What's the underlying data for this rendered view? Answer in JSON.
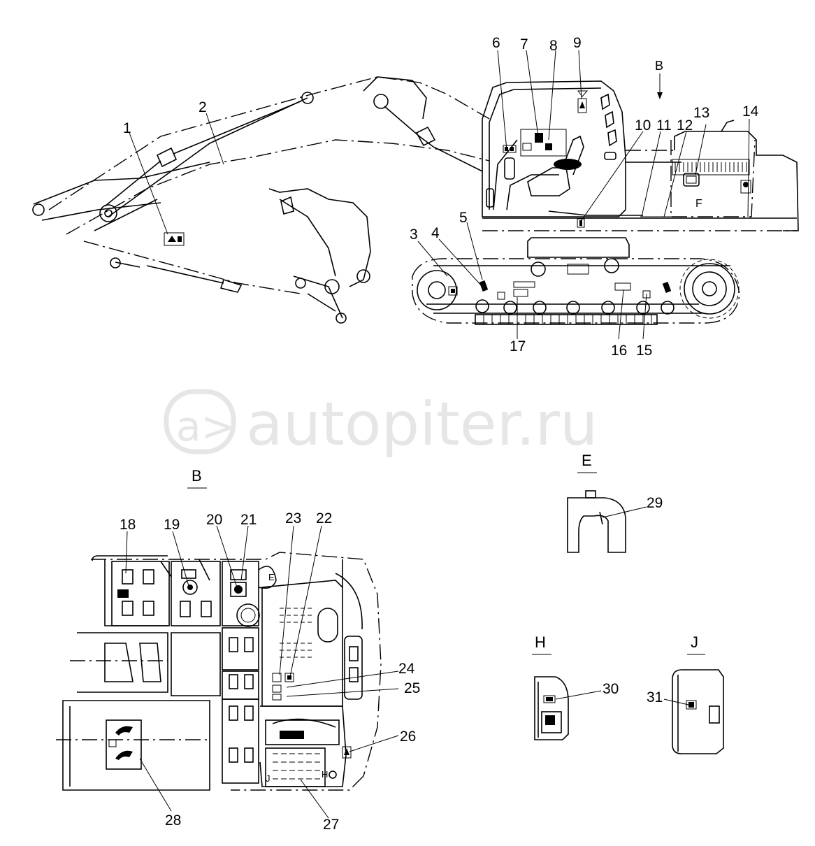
{
  "watermark": {
    "text": "autopiter.ru",
    "logo_glyph": "a>"
  },
  "view_labels": {
    "B_top": "B",
    "B": "B",
    "E": "E",
    "H": "H",
    "J": "J"
  },
  "inner_letters": {
    "E": "E",
    "F": "F",
    "H": "H",
    "J": "J"
  },
  "callouts": [
    "1",
    "2",
    "3",
    "4",
    "5",
    "6",
    "7",
    "8",
    "9",
    "10",
    "11",
    "12",
    "13",
    "14",
    "15",
    "16",
    "17",
    "18",
    "19",
    "20",
    "21",
    "22",
    "23",
    "24",
    "25",
    "26",
    "27",
    "28",
    "29",
    "30",
    "31"
  ]
}
